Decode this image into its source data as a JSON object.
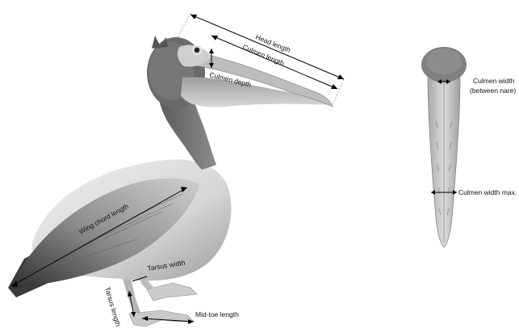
{
  "labels": {
    "head_length": "Head length",
    "culmen_length": "Culmen length",
    "culmen_depth": "Culmen depth",
    "wing_chord_length": "Wing chord length",
    "tarsus_width": "Tarsus  width",
    "tarsus_length": "Tarsus length",
    "mid_toe_length": "Mid-toe length",
    "culmen_width_line1": "Culmen width",
    "culmen_width_line2": "(between nare)",
    "culmen_width_max": "Culmen width max."
  },
  "colors": {
    "measure_line": "#000000",
    "guide_line": "#888888",
    "bird_dark": "#3a3a3a",
    "bird_mid": "#9a9a9a",
    "bird_light": "#e2e2e2",
    "beak": "#bdbdbd",
    "feet": "#c4c4c4"
  }
}
